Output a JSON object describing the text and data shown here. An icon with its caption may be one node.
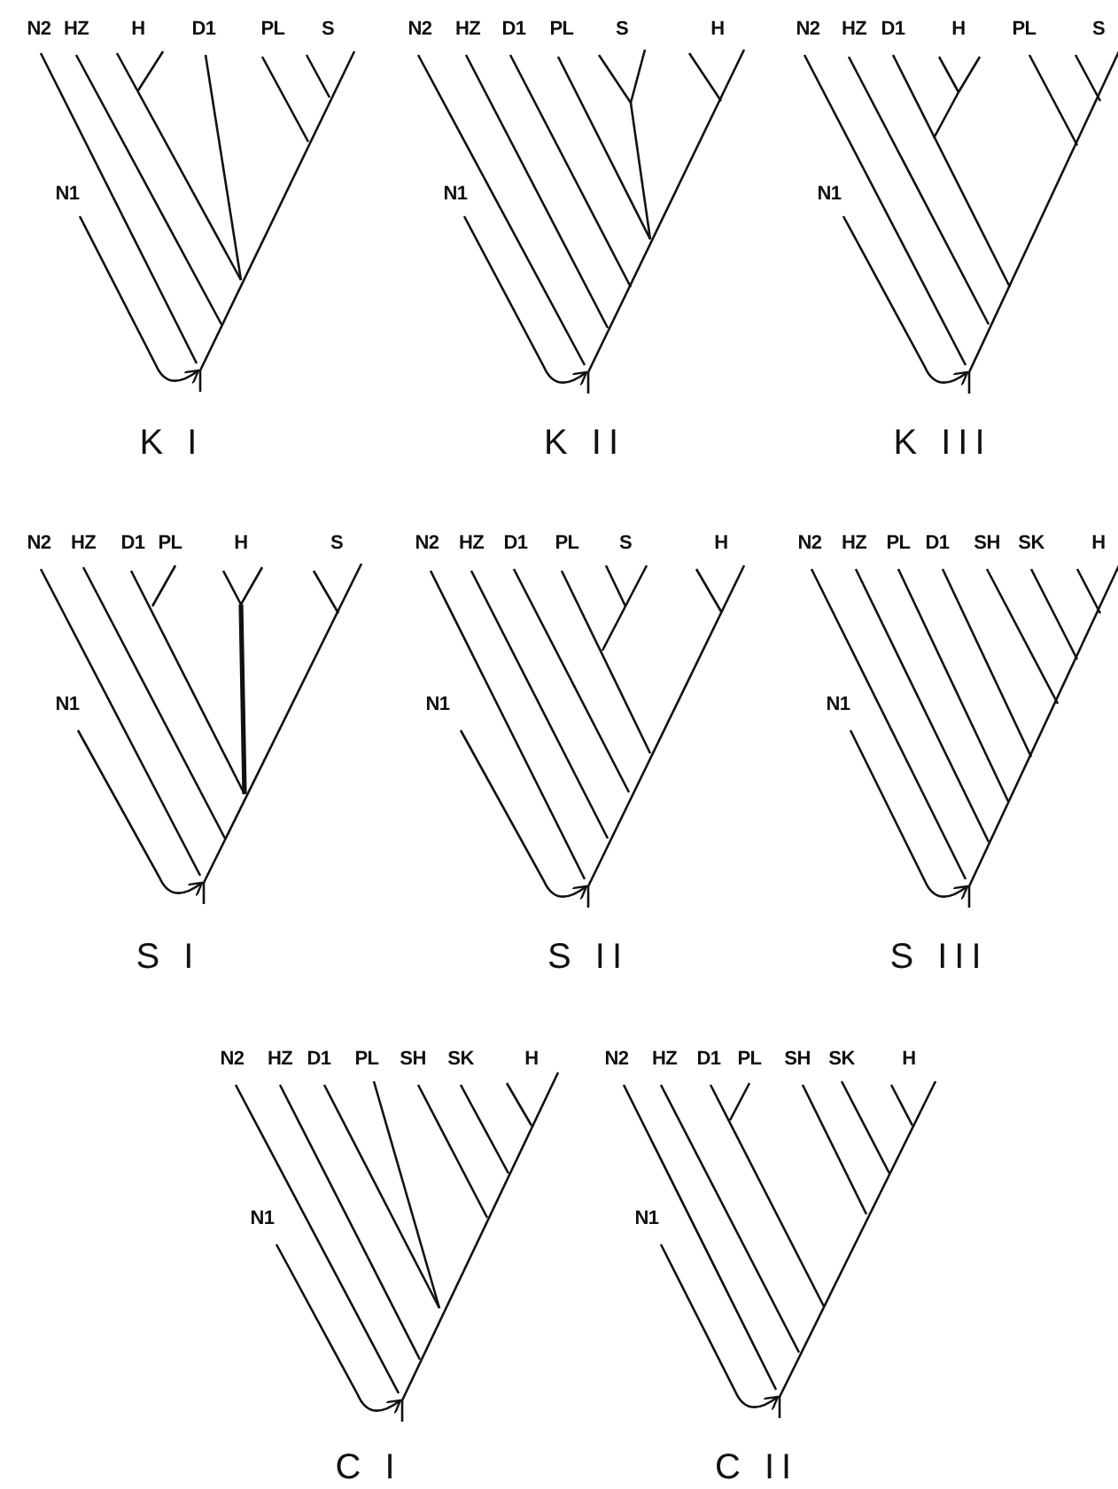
{
  "diagram": {
    "labels": [
      "N2",
      "HZ",
      "H",
      "D1",
      "PL",
      "S",
      "N1",
      "K I",
      "N2",
      "HZ",
      "D1",
      "PL",
      "S",
      "H",
      "N1",
      "K II",
      "N2",
      "HZ",
      "D1",
      "H",
      "PL",
      "S",
      "N1",
      "K III",
      "N2",
      "HZ",
      "D1",
      "PL",
      "H",
      "S",
      "N1",
      "S I",
      "N2",
      "HZ",
      "D1",
      "PL",
      "S",
      "H",
      "N1",
      "S II",
      "N2",
      "HZ",
      "PL",
      "D1",
      "SH",
      "SK",
      "H",
      "N1",
      "S III",
      "N2",
      "HZ",
      "D1",
      "PL",
      "SH",
      "SK",
      "H",
      "N1",
      "C I",
      "N2",
      "HZ",
      "D1",
      "PL",
      "SH",
      "SK",
      "H",
      "N1",
      "C II"
    ]
  }
}
